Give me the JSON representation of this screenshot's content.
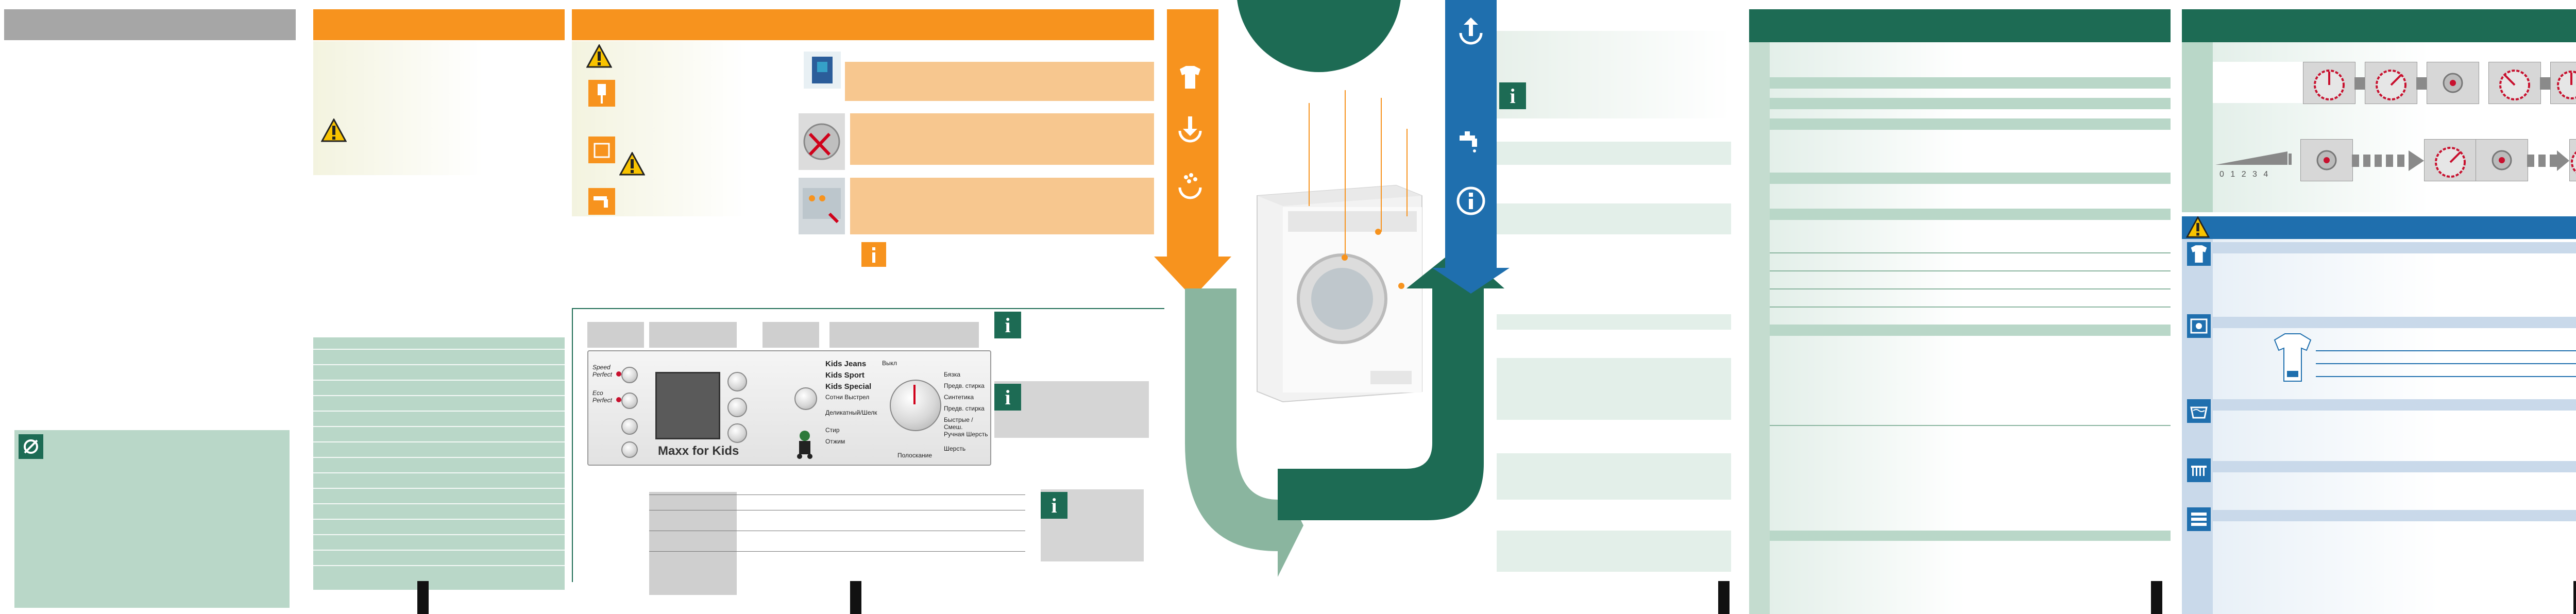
{
  "control_panel": {
    "brand_label": "Maxx for Kids",
    "left_buttons": [
      "Speed Perfect",
      "Eco Perfect"
    ],
    "programs_left": [
      "Kids Jeans",
      "Kids Sport",
      "Kids Special",
      "Cотни Выстрел",
      "Деликатный/Шелк",
      "Стир",
      "Отжим"
    ],
    "programs_right": [
      "Выкл",
      "Бязка",
      "Предв. стирка",
      "Синтетика",
      "Предв. стирка",
      "Быстрые / Смеш.",
      "Ручная Шерсть",
      "Шерсть"
    ],
    "dial_bottom_label": "Полоскание"
  },
  "display_strip": {
    "scale_digits": "0 1 2 3 4"
  },
  "colors": {
    "orange": "#f7931e",
    "peach": "#f7c78f",
    "dark_green": "#1d6b54",
    "mint": "#b9d7c8",
    "pale_green": "#e3efe9",
    "blue": "#1f6fae",
    "grey_header": "#a6a6a6"
  },
  "icons": {
    "warning": "warning-triangle-icon",
    "info": "info-icon",
    "tap": "water-tap-icon",
    "shirt": "shirt-icon",
    "load": "load-arrow-icon",
    "detergent": "detergent-icon",
    "upload": "upload-arrow-icon"
  }
}
